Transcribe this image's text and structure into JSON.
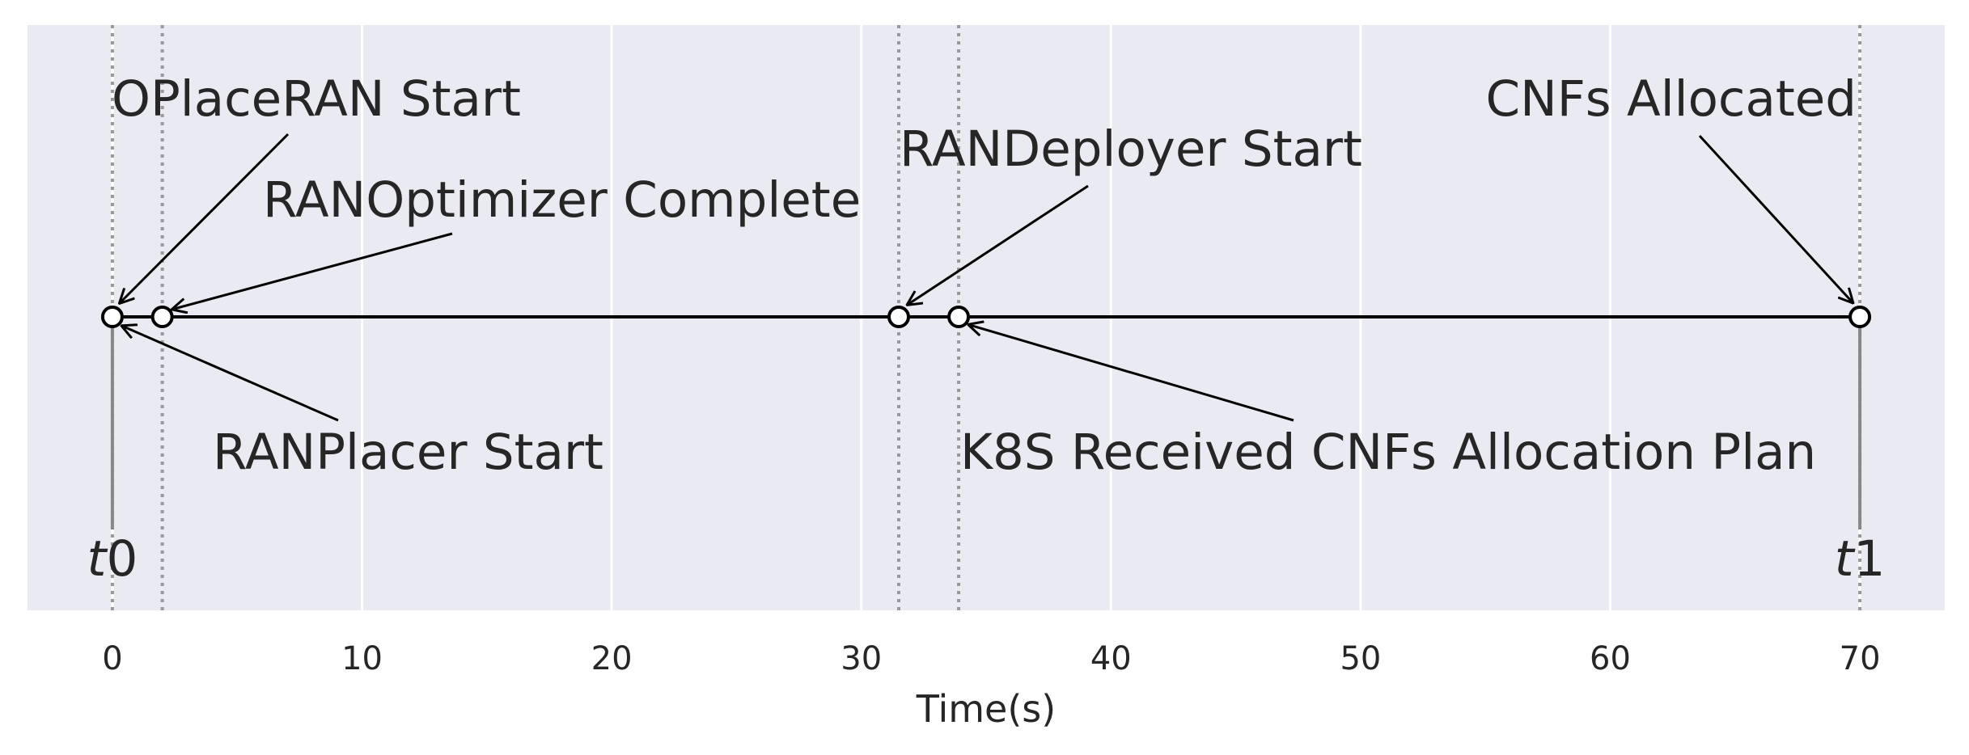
{
  "chart_data": {
    "type": "scatter",
    "xlabel": "Time(s)",
    "ylabel": "",
    "xlim": [
      -3.4,
      73.4
    ],
    "xticks": [
      0,
      10,
      20,
      30,
      40,
      50,
      60,
      70
    ],
    "grid": true,
    "colors": {
      "background": "#eaeaf2",
      "grid": "#ffffff",
      "timeline": "#000000",
      "marker_face": "#ffffff",
      "vline": "#999999",
      "text": "#262626"
    },
    "events": [
      {
        "label": "OPlaceRAN Start",
        "x": 0
      },
      {
        "label": "RANPlacer Start",
        "x": 0
      },
      {
        "label": "RANOptimizer Complete",
        "x": 2
      },
      {
        "label": "RANDeployer Start",
        "x": 31.5
      },
      {
        "label": "K8S Received CNFs Allocation Plan",
        "x": 33.9
      },
      {
        "label": "CNFs Allocated",
        "x": 70
      }
    ],
    "markers_x": [
      0,
      2,
      31.5,
      33.9,
      70
    ],
    "time_markers": [
      {
        "label": "t0",
        "x": 0
      },
      {
        "label": "t1",
        "x": 70
      }
    ]
  }
}
